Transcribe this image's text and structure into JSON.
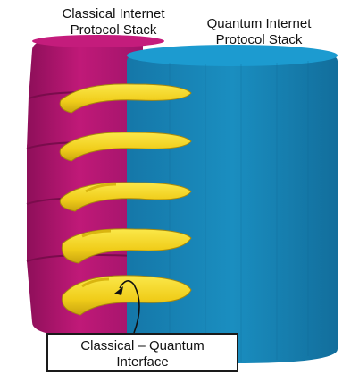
{
  "labels": {
    "classical_line1": "Classical Internet",
    "classical_line2": "Protocol Stack",
    "quantum_line1": "Quantum Internet",
    "quantum_line2": "Protocol Stack",
    "interface_line1": "Classical – Quantum",
    "interface_line2": "Interface"
  },
  "colors": {
    "classical_stack": "#b0166f",
    "quantum_stack": "#1585b5",
    "interface_ring": "#f2d21c"
  }
}
